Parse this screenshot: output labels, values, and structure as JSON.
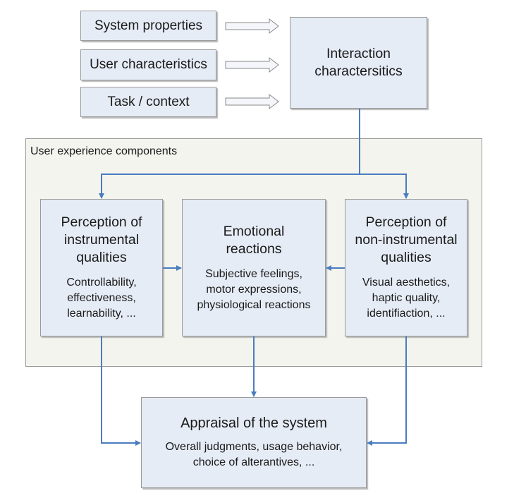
{
  "inputs": {
    "system_properties": "System properties",
    "user_characteristics": "User characteristics",
    "task_context": "Task / context"
  },
  "interaction": {
    "title": "Interaction\ncharactersitics"
  },
  "ux_group": {
    "label": "User experience components"
  },
  "instrumental": {
    "title": "Perception of\ninstrumental\nqualities",
    "items": "Controllability,\neffectiveness,\nlearnability, ..."
  },
  "emotional": {
    "title": "Emotional\nreactions",
    "items": "Subjective feelings,\nmotor expressions,\nphysiological reactions"
  },
  "non_instrumental": {
    "title": "Perception of\nnon-instrumental\nqualities",
    "items": "Visual aesthetics,\nhaptic quality,\nidentifiaction, ..."
  },
  "appraisal": {
    "title": "Appraisal of the system",
    "items": "Overall judgments, usage behavior,\nchoice of alterantives, ..."
  },
  "colors": {
    "box_fill": "#e6ecf6",
    "connector": "#4a7cc0",
    "group_fill": "#f3f4ee"
  }
}
